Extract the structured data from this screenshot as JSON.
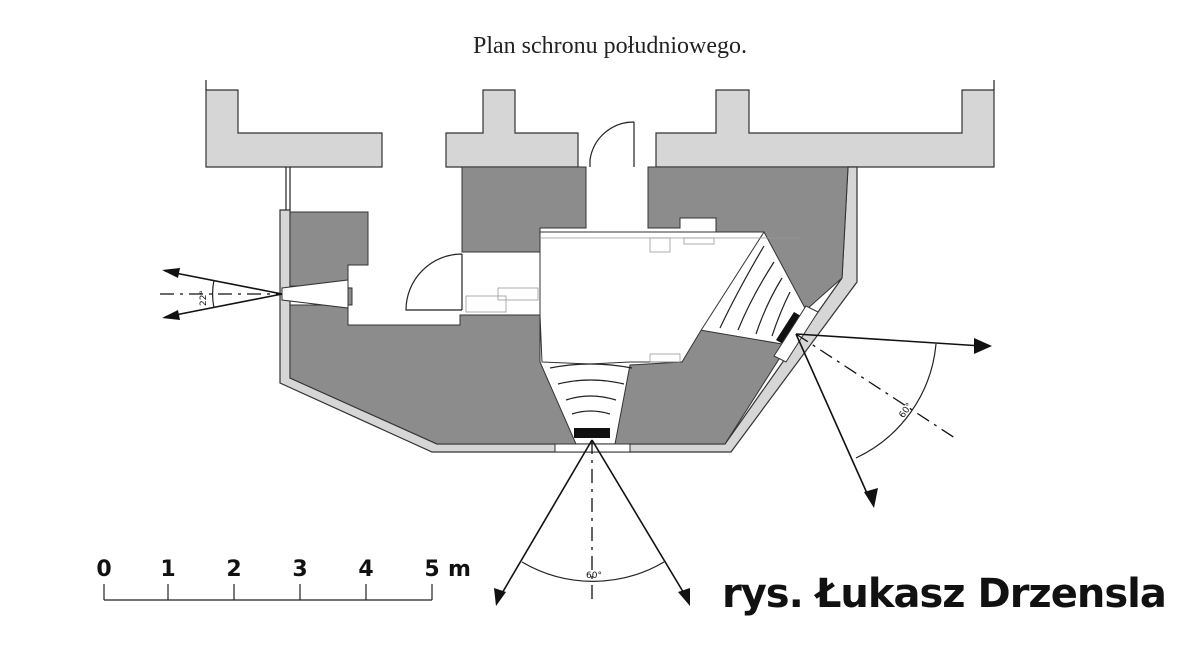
{
  "title": "Plan schronu południowego.",
  "credit": "rys. Łukasz Drzensla",
  "scale": {
    "ticks": [
      "0",
      "1",
      "2",
      "3",
      "4",
      "5"
    ],
    "unit": "m"
  },
  "angles": {
    "west_embrasure": "22°",
    "south_embrasure": "60°",
    "southeast_embrasure": "60°"
  }
}
